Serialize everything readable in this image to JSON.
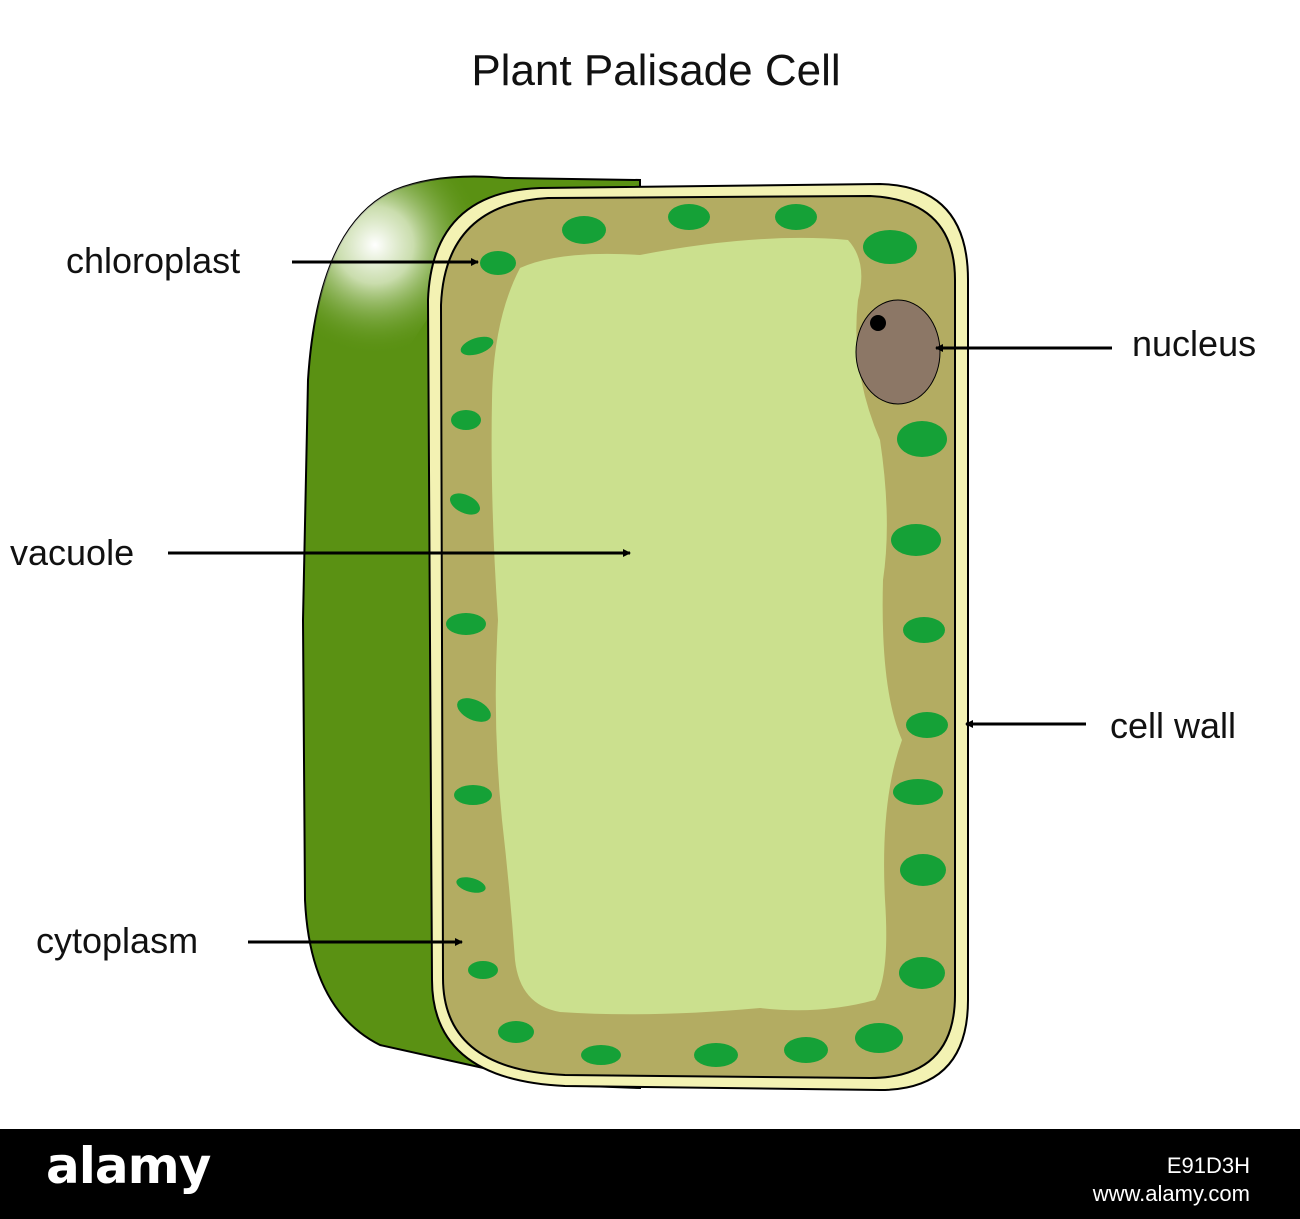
{
  "title": "Plant Palisade Cell",
  "labels": {
    "chloroplast": "chloroplast",
    "vacuole": "vacuole",
    "cytoplasm": "cytoplasm",
    "nucleus": "nucleus",
    "cell_wall": "cell wall"
  },
  "colors": {
    "outer_wall": "#5a9113",
    "cell_wall": "#f3f2b3",
    "cytoplasm": "#b3ac62",
    "vacuole": "#cbe08e",
    "chloroplast": "#15a137",
    "nucleus": "#8c7766",
    "nucleolus": "#000000"
  },
  "footer": {
    "logo": "alamy",
    "image_id": "E91D3H",
    "url": "www.alamy.com"
  }
}
